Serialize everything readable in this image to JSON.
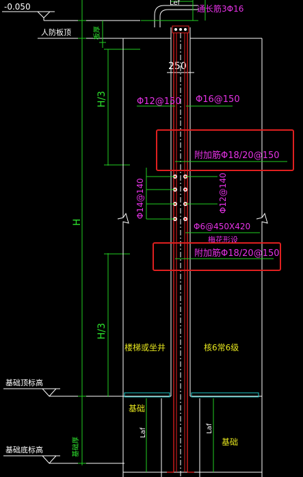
{
  "colors": {
    "background": "#000000",
    "dimension_green": "#22d022",
    "outline_white": "#ffffff",
    "rebar_red": "#e62020",
    "annotation_magenta": "#e632e6",
    "label_yellow": "#e6e61e",
    "highlight_box_red": "#e02020",
    "hatch_cyan": "#20c8c8"
  },
  "elevations": {
    "top_value": "-0.050",
    "slab_top": "人防板顶",
    "foundation_top": "基础顶标高",
    "foundation_bottom": "基础底标高"
  },
  "dimensions": {
    "top_partial": "Lef",
    "slab_thickness": "板厚",
    "wall_thickness": "250",
    "upper_third": "H/3",
    "full_height": "H",
    "lower_third": "H/3",
    "foundation_thickness": "基础厚",
    "anchor_left": "Laf",
    "anchor_right": "Laf"
  },
  "annotations": {
    "top_rebar": "通长筋3Φ16",
    "rebar_left_upper": "Φ12@150",
    "rebar_right_upper": "Φ16@150",
    "added_rebar_upper": "附加筋Φ18/20@150",
    "rebar_left_vertical": "Φ14@140",
    "rebar_right_vertical": "Φ12@140",
    "tie_bar": "Φ6@450X420",
    "tie_pattern": "梅花形设",
    "added_rebar_lower": "附加筋Φ18/20@150"
  },
  "labels": {
    "stair_or_shaft": "楼梯或坐井",
    "protection_class": "核6常6级",
    "foundation_left": "基础",
    "foundation_right": "基础"
  }
}
